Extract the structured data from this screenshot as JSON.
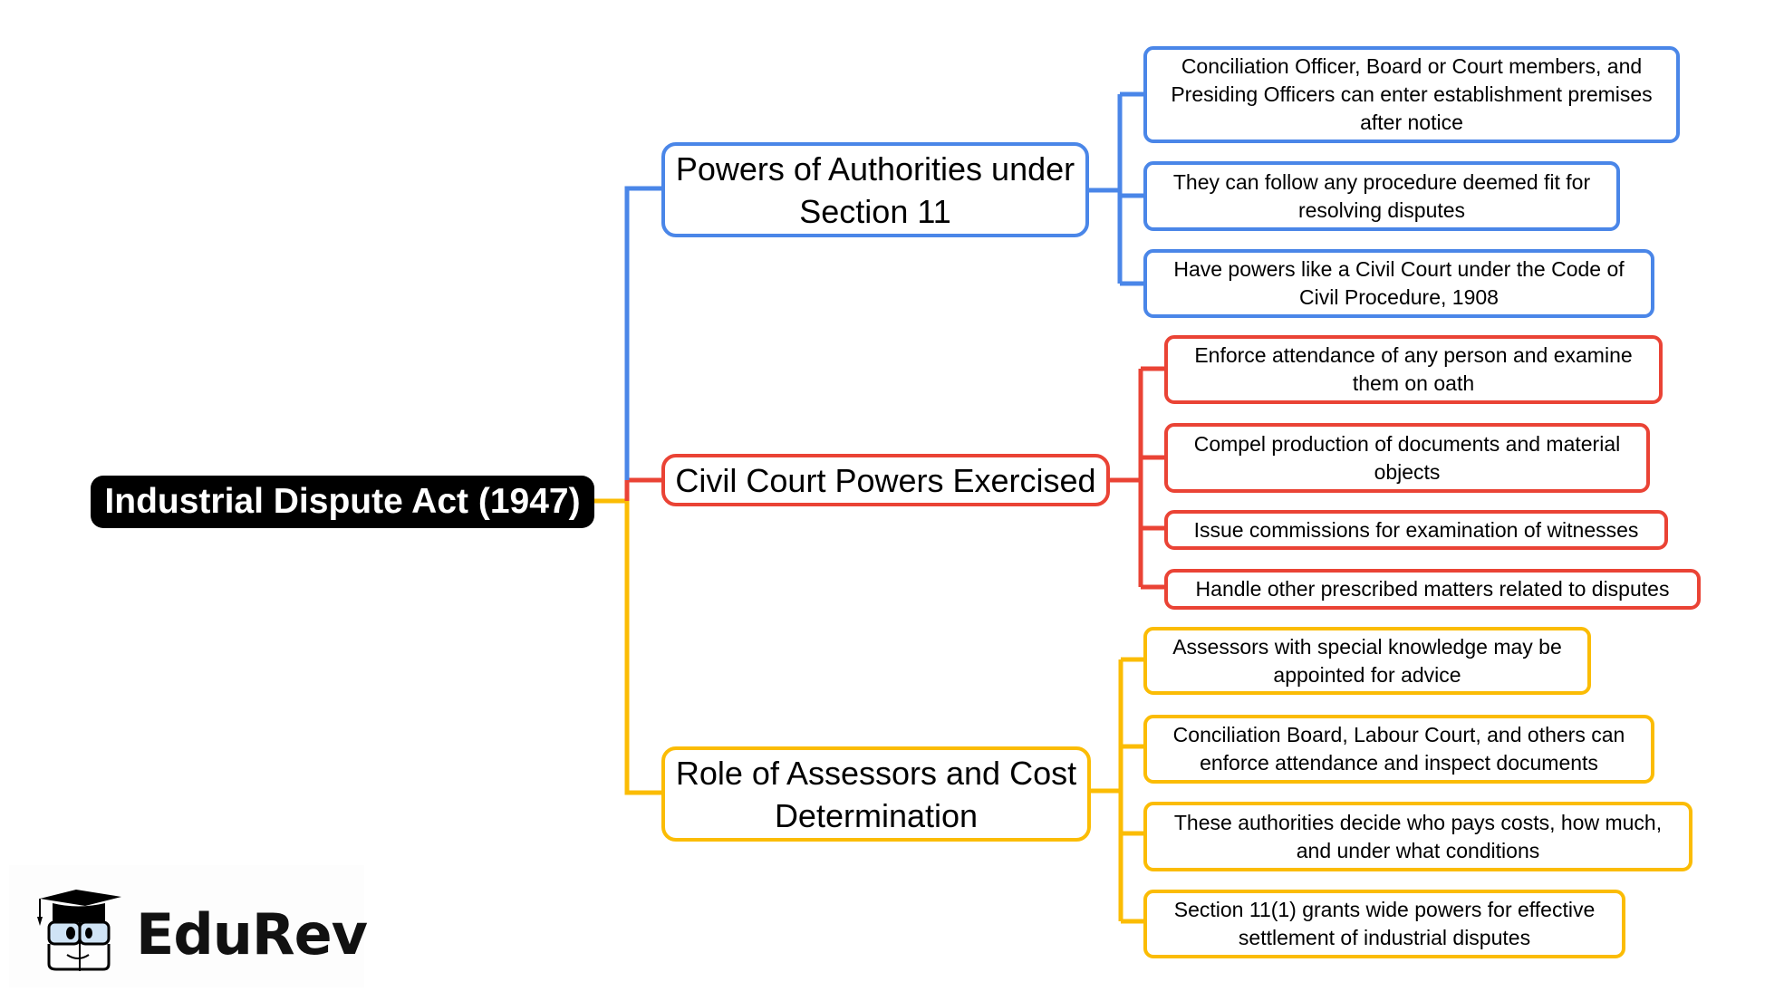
{
  "root": {
    "label": "Industrial Dispute Act (1947)"
  },
  "colors": {
    "blue": "#4a86e8",
    "red": "#ea4335",
    "yellow": "#fbbc04",
    "root_bg": "#000000"
  },
  "branches": [
    {
      "label": "Powers of Authorities under Section 11",
      "color": "blue",
      "leaves": [
        "Conciliation Officer, Board or Court members, and Presiding Officers can enter establishment premises after notice",
        "They can follow any procedure deemed fit for resolving disputes",
        "Have powers like a Civil Court under the Code of Civil Procedure, 1908"
      ]
    },
    {
      "label": "Civil Court Powers Exercised",
      "color": "red",
      "leaves": [
        "Enforce attendance of any person and examine them on oath",
        "Compel production of documents and material objects",
        "Issue commissions for examination of witnesses",
        "Handle other prescribed matters related to disputes"
      ]
    },
    {
      "label": "Role of Assessors and Cost Determination",
      "color": "yellow",
      "leaves": [
        "Assessors with special knowledge may be appointed for advice",
        "Conciliation Board, Labour Court, and others can enforce attendance and inspect documents",
        "These authorities decide who pays costs, how much, and under what conditions",
        "Section 11(1) grants wide powers for effective settlement of industrial disputes"
      ]
    }
  ],
  "logo": {
    "text": "EduRev",
    "icon": "graduation-cap-mascot-icon"
  }
}
